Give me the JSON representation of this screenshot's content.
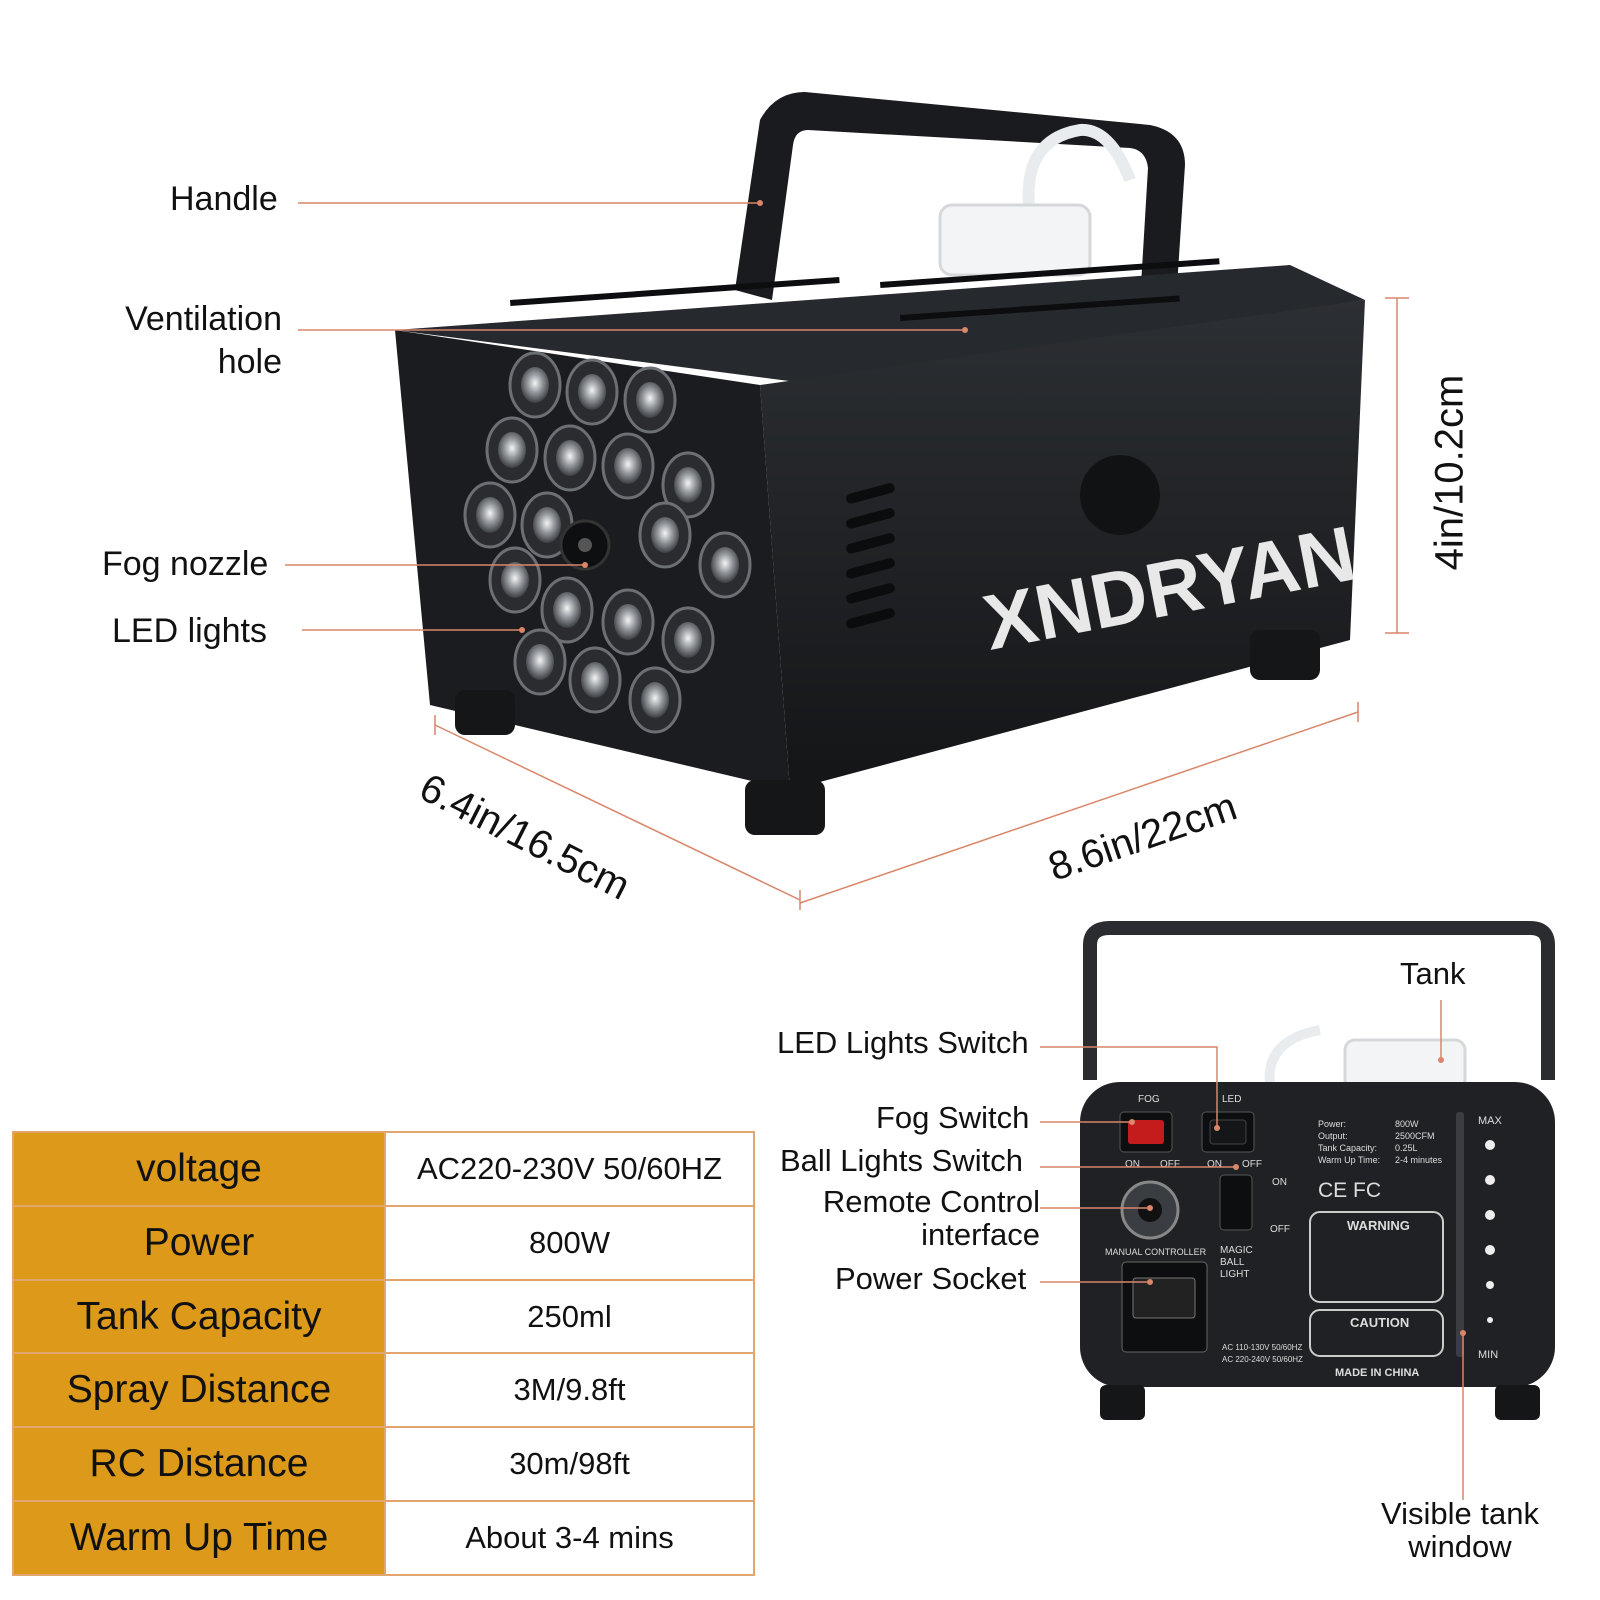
{
  "brand": "XNDRYAN",
  "callouts": {
    "handle": "Handle",
    "ventilation_1": "Ventilation",
    "ventilation_2": "hole",
    "fog_nozzle": "Fog nozzle",
    "led_lights": "LED lights",
    "tank": "Tank",
    "led_lights_switch": "LED Lights Switch",
    "fog_switch": "Fog Switch",
    "ball_lights_switch": "Ball Lights Switch",
    "remote_control_1": "Remote Control",
    "remote_control_2": "interface",
    "power_socket": "Power Socket",
    "visible_tank_1": "Visible tank",
    "visible_tank_2": "window"
  },
  "dimensions": {
    "height": "4in/10.2cm",
    "depth": "6.4in/16.5cm",
    "width": "8.6in/22cm"
  },
  "specs": [
    {
      "label": "voltage",
      "value": "AC220-230V 50/60HZ"
    },
    {
      "label": "Power",
      "value": "800W"
    },
    {
      "label": "Tank Capacity",
      "value": "250ml"
    },
    {
      "label": "Spray Distance",
      "value": "3M/9.8ft"
    },
    {
      "label": "RC Distance",
      "value": "30m/98ft"
    },
    {
      "label": "Warm Up Time",
      "value": "About 3-4 mins"
    }
  ],
  "rear_panel": {
    "fog": "FOG",
    "led": "LED",
    "on": "ON",
    "off": "OFF",
    "manual_controller": "MANUAL CONTROLLER",
    "magic_1": "MAGIC",
    "magic_2": "BALL",
    "magic_3": "LIGHT",
    "spec_power_k": "Power:",
    "spec_power_v": "800W",
    "spec_output_k": "Output:",
    "spec_output_v": "2500CFM",
    "spec_tank_k": "Tank Capacity:",
    "spec_tank_v": "0.25L",
    "spec_warm_k": "Warm Up Time:",
    "spec_warm_v": "2-4 minutes",
    "warning_title": "WARNING",
    "caution_title": "CAUTION",
    "made_in": "MADE IN CHINA",
    "voltage_1": "AC 110-130V 50/60HZ",
    "voltage_2": "AC 220-240V 50/60HZ",
    "max": "MAX",
    "min": "MIN",
    "cert": "CE FC"
  },
  "colors": {
    "leader": "#d9866a",
    "table_key_bg": "#dd9a1a",
    "table_border": "#e2a56e",
    "machine_body": "#1d1f22"
  }
}
